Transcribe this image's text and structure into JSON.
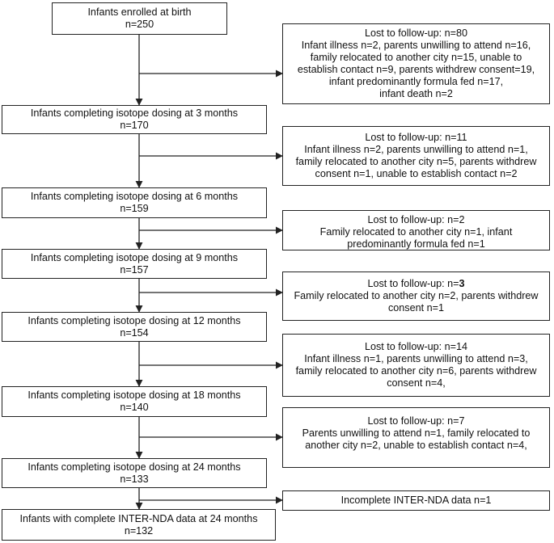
{
  "stages": [
    {
      "label": "Infants enrolled at birth",
      "n": "n=250"
    },
    {
      "label": "Infants completing isotope dosing at 3 months",
      "n": "n=170"
    },
    {
      "label": "Infants completing isotope dosing at 6 months",
      "n": "n=159"
    },
    {
      "label": "Infants completing isotope dosing at 9 months",
      "n": "n=157"
    },
    {
      "label": "Infants completing isotope dosing at 12 months",
      "n": "n=154"
    },
    {
      "label": "Infants completing isotope dosing at 18 months",
      "n": "n=140"
    },
    {
      "label": "Infants completing isotope dosing at 24 months",
      "n": "n=133"
    },
    {
      "label": "Infants with complete INTER-NDA data at 24 months",
      "n": "n=132"
    }
  ],
  "exclusions": [
    {
      "title": "Lost to follow-up: n=80",
      "lines": [
        "Infant illness n=2, parents unwilling to attend n=16,",
        "family relocated to another city n=15, unable to",
        "establish contact n=9, parents withdrew consent=19,",
        "infant predominantly formula fed n=17,",
        "infant death n=2"
      ]
    },
    {
      "title": "Lost to follow-up: n=11",
      "lines": [
        "Infant illness n=2, parents unwilling to attend n=1,",
        "family relocated to another city n=5, parents withdrew",
        "consent n=1, unable to establish contact n=2"
      ]
    },
    {
      "title": "Lost to follow-up: n=2",
      "lines": [
        "Family relocated to another city n=1, infant",
        "predominantly formula fed n=1"
      ]
    },
    {
      "title_prefix": "Lost to follow-up: n=",
      "title_bold": "3",
      "lines": [
        "Family relocated to another city n=2, parents withdrew",
        "consent n=1"
      ]
    },
    {
      "title": "Lost to follow-up: n=14",
      "lines": [
        "Infant illness n=1, parents unwilling to attend n=3,",
        "family relocated to another city n=6, parents withdrew",
        "consent n=4,"
      ]
    },
    {
      "title": "Lost to follow-up: n=7",
      "lines": [
        "Parents unwilling to attend n=1, family relocated to",
        "another city n=2, unable to establish contact n=4,"
      ]
    },
    {
      "title": "Incomplete INTER-NDA data n=1",
      "lines": []
    }
  ]
}
